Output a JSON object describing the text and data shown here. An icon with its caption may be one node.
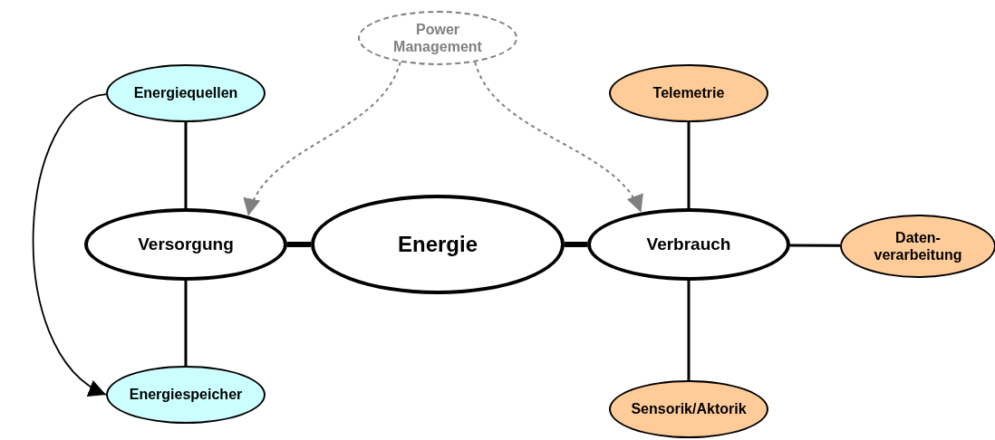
{
  "diagram": {
    "nodes": [
      {
        "text": [
          "Power Management"
        ]
      },
      {
        "text": [
          "Energiequellen"
        ]
      },
      {
        "text": [
          "Telemetrie"
        ]
      },
      {
        "text": [
          "Versorgung"
        ]
      },
      {
        "text": [
          "Energie"
        ]
      },
      {
        "text": [
          "Verbrauch"
        ]
      },
      {
        "text": [
          "Daten- verarbeitung"
        ]
      },
      {
        "text": [
          "Energiespeicher"
        ]
      },
      {
        "text": [
          "Sensorik/Aktorik"
        ]
      }
    ],
    "edges": [
      {
        "from": 0,
        "to": 3,
        "arrow": "to",
        "style": "dashed",
        "color": "#808080"
      },
      {
        "from": 0,
        "to": 5,
        "arrow": "to",
        "style": "dashed",
        "color": "#808080"
      },
      {
        "from": 1,
        "to": 7,
        "arrow": "to"
      },
      {
        "from": 1,
        "to": 3,
        "arrow": "none"
      },
      {
        "from": 3,
        "to": 7,
        "arrow": "none"
      },
      {
        "from": 3,
        "to": 4,
        "arrow": "none",
        "style": "thick"
      },
      {
        "from": 4,
        "to": 5,
        "arrow": "none",
        "style": "thick"
      },
      {
        "from": 5,
        "to": 2,
        "arrow": "none"
      },
      {
        "from": 5,
        "to": 6,
        "arrow": "none"
      },
      {
        "from": 5,
        "to": 8,
        "arrow": "none"
      }
    ]
  }
}
